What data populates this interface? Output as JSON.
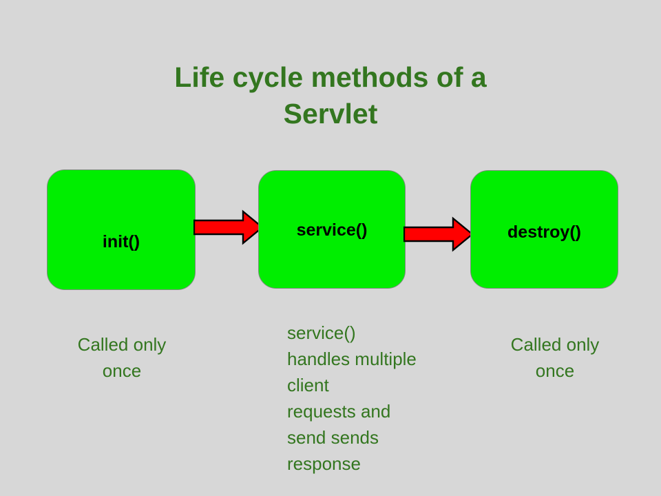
{
  "slide": {
    "background_color": "#d7d7d7",
    "title": {
      "line1": "Life cycle methods of a",
      "line2": "Servlet",
      "color": "#33761f"
    },
    "boxes": [
      {
        "id": "init",
        "label": "init()",
        "fill_color": "#00ee00",
        "text_color": "#000000"
      },
      {
        "id": "service",
        "label": "service()",
        "fill_color": "#00ee00",
        "text_color": "#000000"
      },
      {
        "id": "destroy",
        "label": "destroy()",
        "fill_color": "#00ee00",
        "text_color": "#000000"
      }
    ],
    "arrows": [
      {
        "id": "init-to-service",
        "from": "init()",
        "to": "service()",
        "fill_color": "#ff0000",
        "stroke_color": "#000000"
      },
      {
        "id": "service-to-destroy",
        "from": "service()",
        "to": "destroy()",
        "fill_color": "#ff0000",
        "stroke_color": "#000000"
      }
    ],
    "captions": [
      {
        "id": "init",
        "lines": [
          "Called only",
          "once"
        ],
        "color": "#33761f"
      },
      {
        "id": "service",
        "lines": [
          "service()",
          "handles multiple",
          "client",
          "requests and",
          "send sends",
          "response"
        ],
        "color": "#33761f"
      },
      {
        "id": "destroy",
        "lines": [
          "Called only",
          "once"
        ],
        "color": "#33761f"
      }
    ]
  }
}
